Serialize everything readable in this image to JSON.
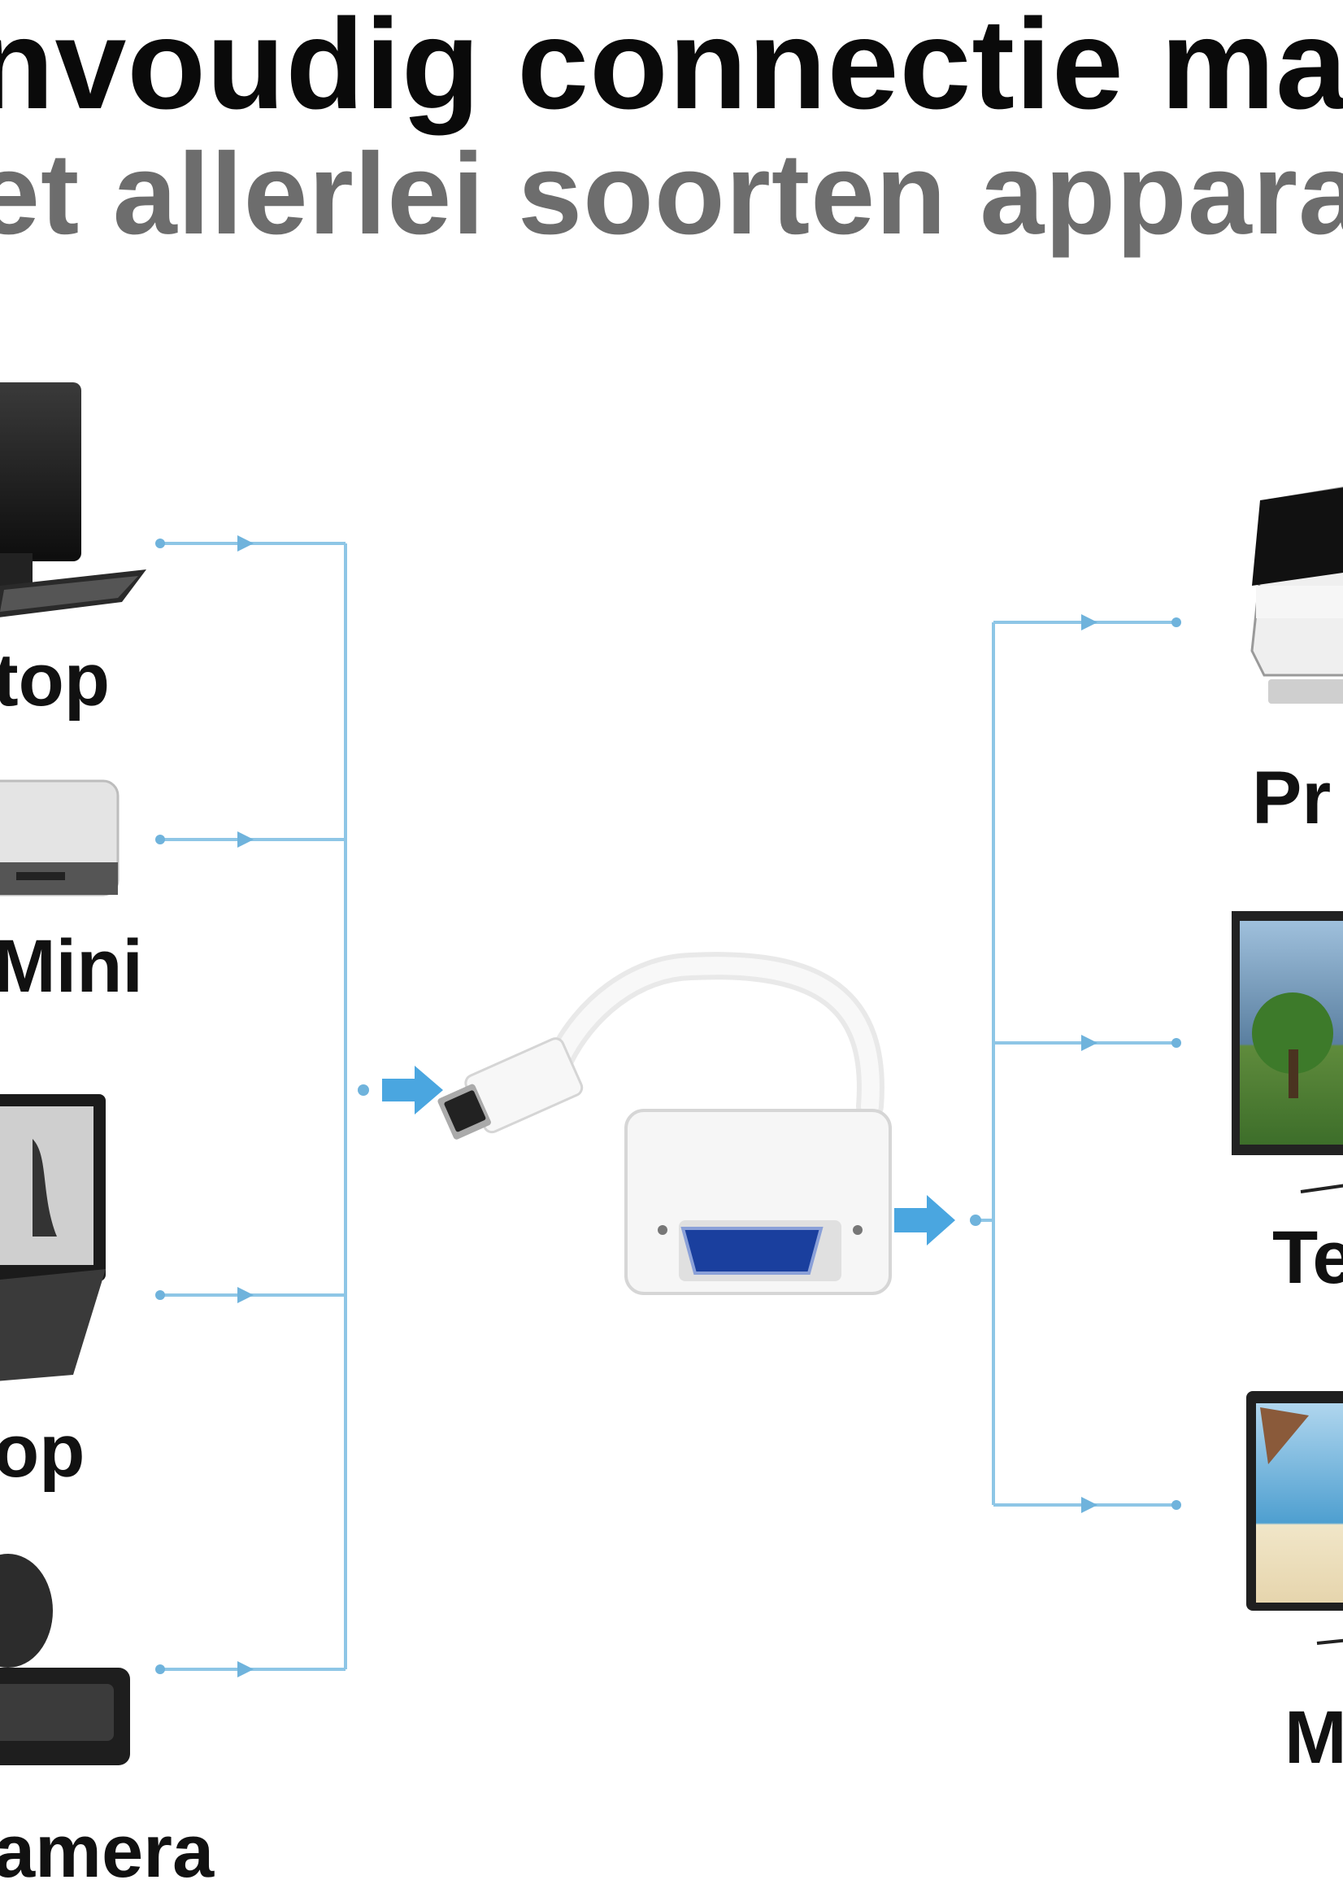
{
  "header": {
    "title": "nvoudig connectie ma",
    "subtitle": "et allerlei soorten apparat"
  },
  "sources": [
    {
      "label": "top",
      "icon": "desktop-pc-icon"
    },
    {
      "label": "Mini",
      "icon": "mini-pc-icon"
    },
    {
      "label": "op",
      "icon": "laptop-icon"
    },
    {
      "label": "amera",
      "icon": "camera-icon"
    }
  ],
  "adapter": {
    "icon": "hdmi-to-vga-adapter-icon"
  },
  "targets": [
    {
      "label": "Pr",
      "icon": "projector-icon"
    },
    {
      "label": "Te",
      "icon": "tv-icon"
    },
    {
      "label": "M",
      "icon": "monitor-icon"
    }
  ],
  "colors": {
    "line": "#8ec6e6",
    "arrow": "#4aa6e0",
    "title": "#0a0a0a",
    "subtitle": "#6d6d6d"
  }
}
